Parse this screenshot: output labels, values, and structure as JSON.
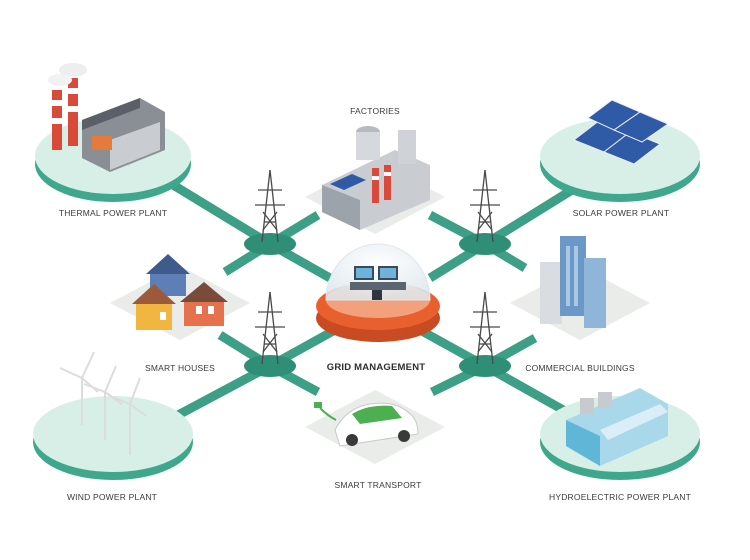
{
  "nodes": {
    "thermal": {
      "label": "THERMAL POWER PLANT",
      "icon": "thermal-power-plant-icon"
    },
    "factories": {
      "label": "FACTORIES",
      "icon": "factory-icon"
    },
    "solar": {
      "label": "SOLAR POWER PLANT",
      "icon": "solar-panel-icon"
    },
    "smart_houses": {
      "label": "SMART HOUSES",
      "icon": "smart-house-icon"
    },
    "grid": {
      "label": "GRID MANAGEMENT",
      "icon": "control-room-dome-icon"
    },
    "commercial": {
      "label": "COMMERCIAL BUILDINGS",
      "icon": "office-building-icon"
    },
    "wind": {
      "label": "WIND POWER PLANT",
      "icon": "wind-turbine-icon"
    },
    "transport": {
      "label": "SMART TRANSPORT",
      "icon": "electric-car-icon"
    },
    "hydro": {
      "label": "HYDROELECTRIC POWER PLANT",
      "icon": "hydroelectric-dam-icon"
    }
  },
  "colors": {
    "connector": "#3d9f86",
    "hub": "#2f8f76",
    "island_top": "#d7efe6",
    "island_side": "#3fa88c",
    "tile": "#e9ece9",
    "dome_base": "#e9602f",
    "tower": "#4a4a4a"
  }
}
